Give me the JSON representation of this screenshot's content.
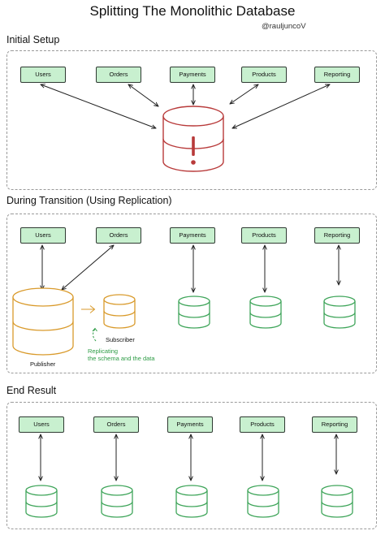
{
  "header": {
    "title": "Splitting The Monolithic Database",
    "handle": "@rauljuncoV"
  },
  "sections": {
    "initial": {
      "label": "Initial Setup"
    },
    "transition": {
      "label": "During Transition (Using Replication)"
    },
    "end": {
      "label": "End Result"
    }
  },
  "services": {
    "users": "Users",
    "orders": "Orders",
    "payments": "Payments",
    "products": "Products",
    "reporting": "Reporting"
  },
  "replication": {
    "publisher_label": "Publisher",
    "subscriber_label": "Subscriber",
    "note_line1": "Replicating",
    "note_line2": "the schema and the data"
  },
  "colors": {
    "service_fill": "#c8f0cf",
    "monolith": "#b83a3a",
    "publisher": "#d99a2b",
    "service_db": "#3fa55a",
    "note": "#2e9c46"
  },
  "icons": {
    "monolith_warning": "exclamation-mark"
  }
}
